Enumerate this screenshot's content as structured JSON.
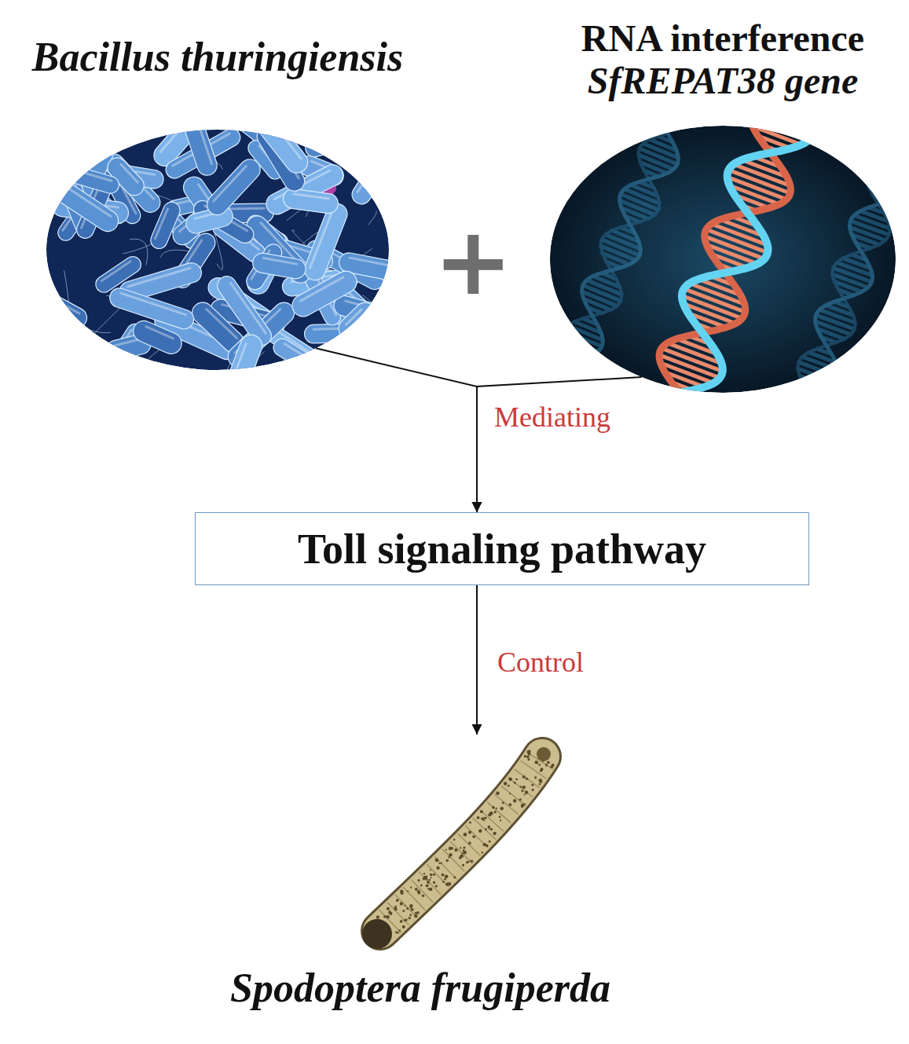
{
  "diagram": {
    "nodes": [
      {
        "text": [
          "Bacillus thuringiensis"
        ]
      },
      {
        "text": [
          "RNA interference",
          "SfREPAT38 gene"
        ]
      },
      {
        "text": [
          "Toll signaling pathway"
        ]
      },
      {
        "text": [
          "Spodoptera frugiperda"
        ]
      }
    ],
    "edges": [
      {
        "from": 0,
        "to": 2,
        "arrow": "to",
        "label": "Mediating"
      },
      {
        "from": 1,
        "to": 2,
        "arrow": "to"
      },
      {
        "from": 2,
        "to": 3,
        "arrow": "to",
        "label": "Control"
      }
    ],
    "labels": [
      "+"
    ]
  }
}
